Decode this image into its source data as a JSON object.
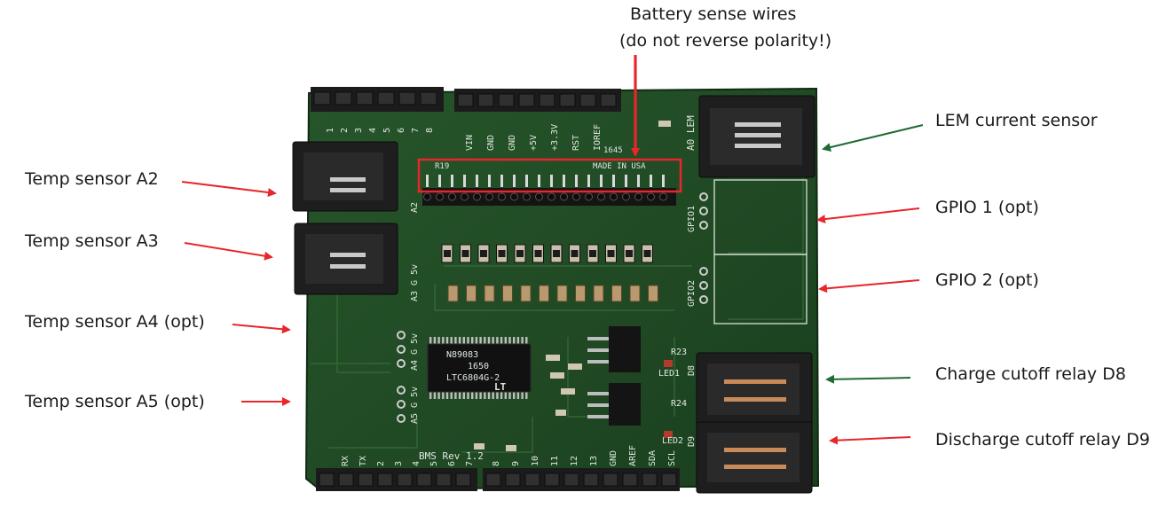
{
  "callouts": {
    "battery_line1": "Battery sense wires",
    "battery_line2": "(do not reverse polarity!)",
    "temp_a2": "Temp sensor A2",
    "temp_a3": "Temp sensor A3",
    "temp_a4": "Temp sensor A4 (opt)",
    "temp_a5": "Temp sensor A5  (opt)",
    "lem": "LEM current sensor",
    "gpio1": "GPIO 1 (opt)",
    "gpio2": "GPIO 2 (opt)",
    "charge": "Charge cutoff relay D8",
    "discharge": "Discharge cutoff relay D9"
  },
  "board": {
    "top_pins_left": [
      "1",
      "2",
      "3",
      "4",
      "5",
      "6",
      "7",
      "8"
    ],
    "top_power_pins": [
      "VIN",
      "GND",
      "GND",
      "+5V",
      "+3.3V",
      "RST",
      "IOREF"
    ],
    "bottom_pins_left": [
      "RX",
      "TX",
      "2",
      "3",
      "4",
      "5",
      "6",
      "7"
    ],
    "bottom_pins_right": [
      "8",
      "9",
      "10",
      "11",
      "12",
      "13",
      "GND",
      "AREF",
      "SDA",
      "SCL"
    ],
    "mfg_text": "MADE IN USA",
    "chip_brand": "LT",
    "chip_part": "LTC6804G-2",
    "chip_code": "1650",
    "chip_lot": "N89083",
    "revision": "BMS  Rev 1.2",
    "silk_lem": "A0 LEM",
    "silk_gpio1": "GPIO1",
    "silk_gpio2": "GPIO2",
    "silk_led1": "LED1",
    "silk_led2": "LED2",
    "silk_r23": "R23",
    "silk_r24": "R24",
    "silk_r19": "R19",
    "silk_date": "1645",
    "silk_a2": "A2",
    "silk_a3": "A3 G 5v",
    "silk_a4": "A4 G 5v",
    "silk_a5": "A5 G 5v",
    "silk_d8": "D8",
    "silk_d9": "D9"
  },
  "colors": {
    "red_arrow": "#e8262b",
    "green_arrow": "#1e6b34",
    "pcb": "#1f4a23",
    "highlight_box": "#e8262b"
  }
}
